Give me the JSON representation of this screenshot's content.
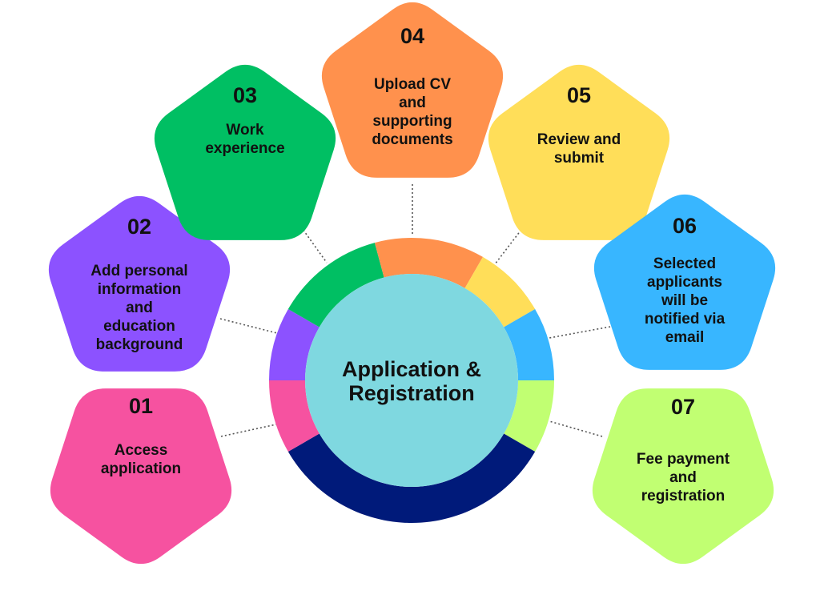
{
  "title": {
    "line1": "Application &",
    "line2": "Registration"
  },
  "colors": {
    "hub": "#7fd8e0",
    "bottom_ring": "#001a7a"
  },
  "steps": [
    {
      "number": "01",
      "lines": [
        "Access",
        "application"
      ],
      "color": "#f652a0"
    },
    {
      "number": "02",
      "lines": [
        "Add personal",
        "information",
        "and",
        "education",
        "background"
      ],
      "color": "#8c52ff"
    },
    {
      "number": "03",
      "lines": [
        "Work",
        "experience"
      ],
      "color": "#00bf63"
    },
    {
      "number": "04",
      "lines": [
        "Upload CV",
        "and",
        "supporting",
        "documents"
      ],
      "color": "#ff914d"
    },
    {
      "number": "05",
      "lines": [
        "Review and",
        "submit"
      ],
      "color": "#ffde59"
    },
    {
      "number": "06",
      "lines": [
        "Selected",
        "applicants",
        "will be",
        "notified via",
        "email"
      ],
      "color": "#38b6ff"
    },
    {
      "number": "07",
      "lines": [
        "Fee payment",
        "and",
        "registration"
      ],
      "color": "#c1ff72"
    }
  ]
}
